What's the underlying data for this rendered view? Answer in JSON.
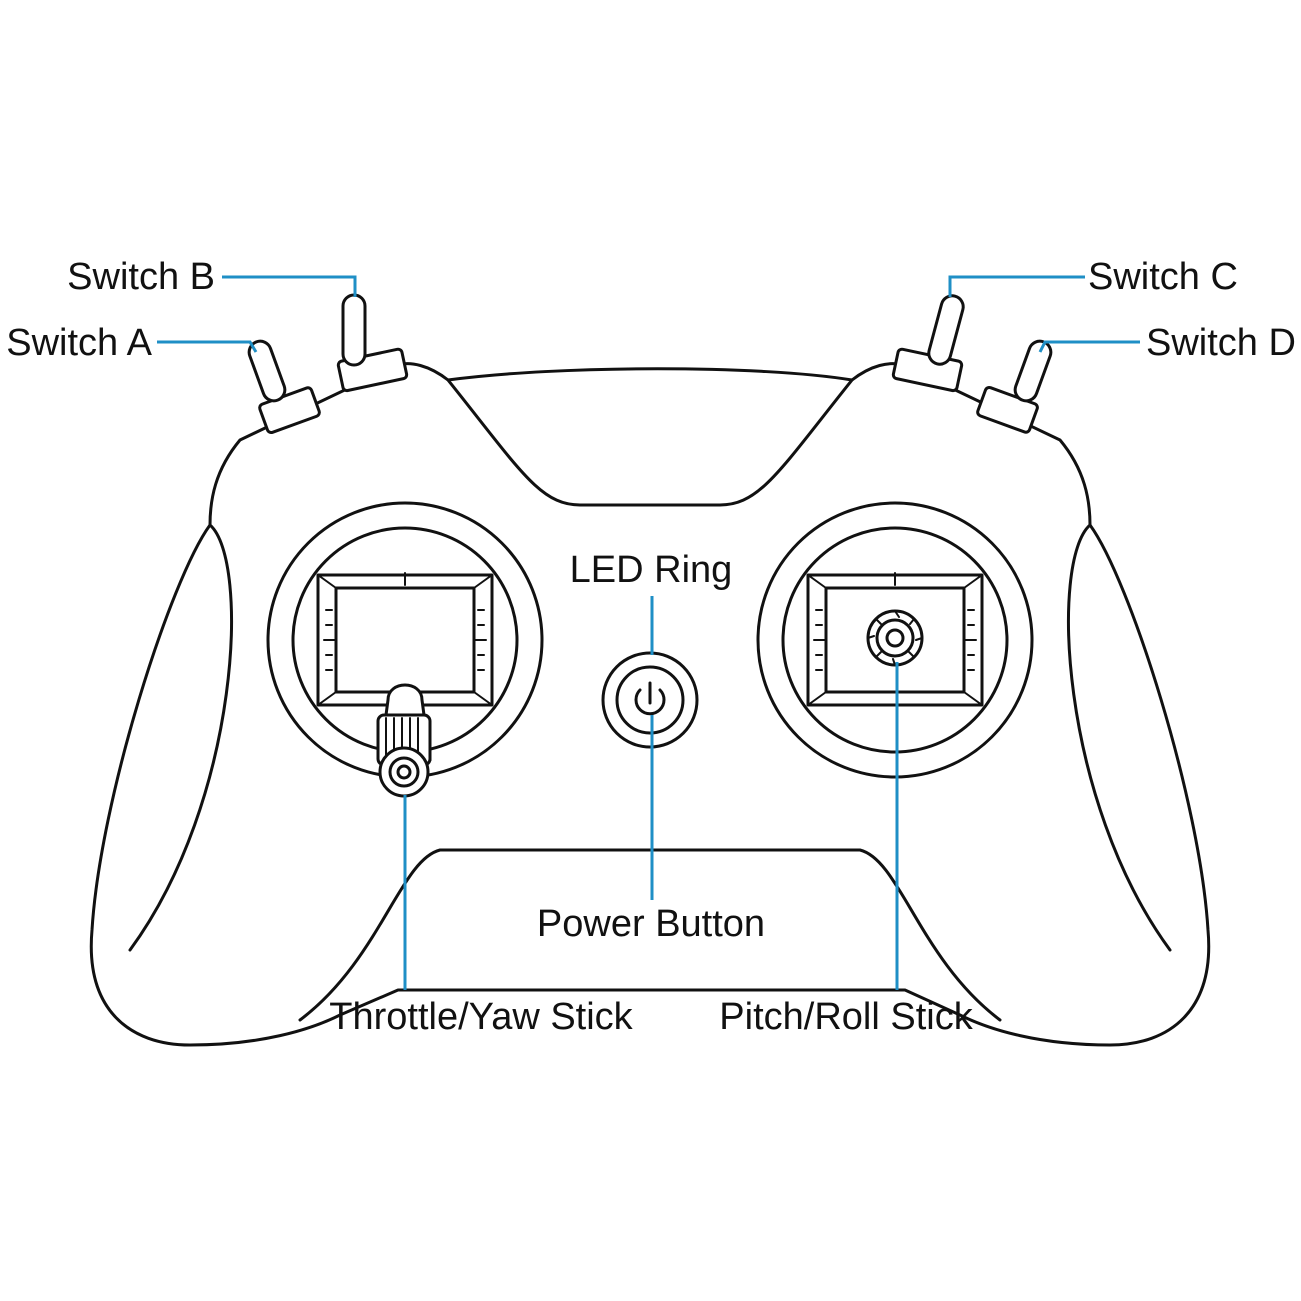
{
  "colors": {
    "leader": "#1f8fc6",
    "ink": "#111111",
    "background": "#ffffff"
  },
  "labels": {
    "switch_a": "Switch A",
    "switch_b": "Switch B",
    "switch_c": "Switch C",
    "switch_d": "Switch D",
    "led_ring": "LED Ring",
    "power_button": "Power Button",
    "throttle_yaw_stick": "Throttle/Yaw Stick",
    "pitch_roll_stick": "Pitch/Roll Stick"
  },
  "icons": {
    "power": "power-icon",
    "toggle_switch": "toggle-switch-icon",
    "gimbal_stick": "gimbal-stick-icon"
  }
}
